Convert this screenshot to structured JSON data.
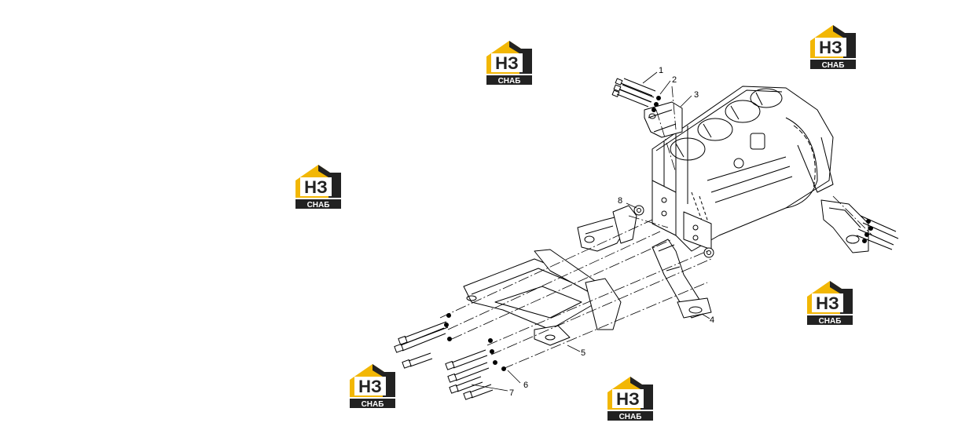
{
  "diagram": {
    "callouts": [
      {
        "id": "1",
        "label": "1"
      },
      {
        "id": "2",
        "label": "2"
      },
      {
        "id": "3",
        "label": "3"
      },
      {
        "id": "4",
        "label": "4"
      },
      {
        "id": "5",
        "label": "5"
      },
      {
        "id": "6",
        "label": "6"
      },
      {
        "id": "7",
        "label": "7"
      },
      {
        "id": "8",
        "label": "8"
      }
    ]
  },
  "watermark": {
    "letters": "НЗ",
    "word": "СНАБ",
    "colors": {
      "yellow": "#f2b705",
      "dark": "#222222"
    }
  }
}
